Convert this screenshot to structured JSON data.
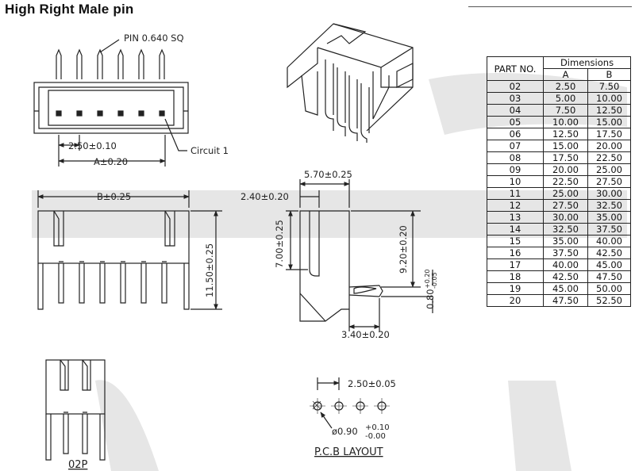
{
  "title": "High Right Male pin",
  "top_view": {
    "pin_note": "PIN 0.640 SQ",
    "pitch": "2.50±0.10",
    "a_dim": "A±0.20",
    "circuit": "Circuit 1"
  },
  "front_view": {
    "b_dim": "B±0.25",
    "height": "11.50±0.25"
  },
  "side_view": {
    "width": "5.70±0.25",
    "offset": "2.40±0.20",
    "left_height": "7.00±0.25",
    "right_height": "9.20±0.20",
    "pin_thickness": "0.80",
    "pin_tol_plus": "+0.20",
    "pin_tol_minus": "-0.05",
    "bottom_offset": "3.40±0.20"
  },
  "two_pin": {
    "label": "02P"
  },
  "pcb": {
    "pitch": "2.50±0.05",
    "hole_prefix": "ø0.90",
    "hole_tol_plus": "+0.10",
    "hole_tol_minus": "-0.00",
    "label": "P.C.B LAYOUT"
  },
  "table": {
    "part_no_header": "PART NO.",
    "dimensions_header": "Dimensions",
    "col_a": "A",
    "col_b": "B",
    "rows": [
      {
        "part": "02",
        "a": "2.50",
        "b": "7.50"
      },
      {
        "part": "03",
        "a": "5.00",
        "b": "10.00"
      },
      {
        "part": "04",
        "a": "7.50",
        "b": "12.50"
      },
      {
        "part": "05",
        "a": "10.00",
        "b": "15.00"
      },
      {
        "part": "06",
        "a": "12.50",
        "b": "17.50"
      },
      {
        "part": "07",
        "a": "15.00",
        "b": "20.00"
      },
      {
        "part": "08",
        "a": "17.50",
        "b": "22.50"
      },
      {
        "part": "09",
        "a": "20.00",
        "b": "25.00"
      },
      {
        "part": "10",
        "a": "22.50",
        "b": "27.50"
      },
      {
        "part": "11",
        "a": "25.00",
        "b": "30.00"
      },
      {
        "part": "12",
        "a": "27.50",
        "b": "32.50"
      },
      {
        "part": "13",
        "a": "30.00",
        "b": "35.00"
      },
      {
        "part": "14",
        "a": "32.50",
        "b": "37.50"
      },
      {
        "part": "15",
        "a": "35.00",
        "b": "40.00"
      },
      {
        "part": "16",
        "a": "37.50",
        "b": "42.50"
      },
      {
        "part": "17",
        "a": "40.00",
        "b": "45.00"
      },
      {
        "part": "18",
        "a": "42.50",
        "b": "47.50"
      },
      {
        "part": "19",
        "a": "45.00",
        "b": "50.00"
      },
      {
        "part": "20",
        "a": "47.50",
        "b": "52.50"
      }
    ]
  }
}
